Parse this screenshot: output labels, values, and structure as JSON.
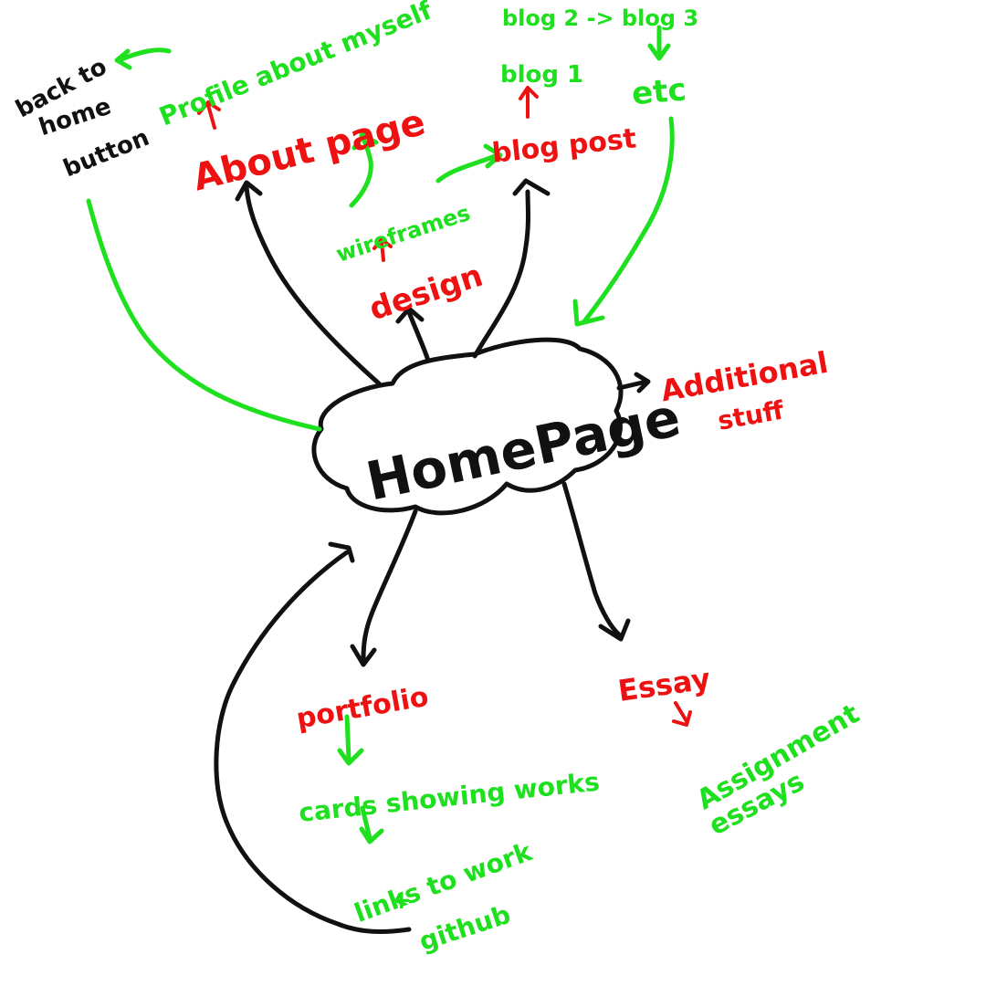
{
  "colors": {
    "red": "#ee1111",
    "green": "#1ee01e",
    "black": "#111111"
  },
  "center": {
    "label": "HomePage"
  },
  "nodes": {
    "about_page": "About page",
    "profile": "Profile about myself",
    "back_home_1": "back to",
    "back_home_2": "home",
    "back_home_3": "button",
    "design": "design",
    "wireframes": "wireframes",
    "blog_post": "blog post",
    "blog_1": "blog 1",
    "blog_chain": "blog 2 -> blog 3",
    "etc": "etc",
    "additional_1": "Additional",
    "additional_2": "stuff",
    "portfolio": "portfolio",
    "cards": "cards showing works",
    "links_1": "links to work",
    "links_plus": "+",
    "links_2": "github",
    "essay": "Essay",
    "assign_1": "Assignment",
    "assign_2": "essays"
  }
}
